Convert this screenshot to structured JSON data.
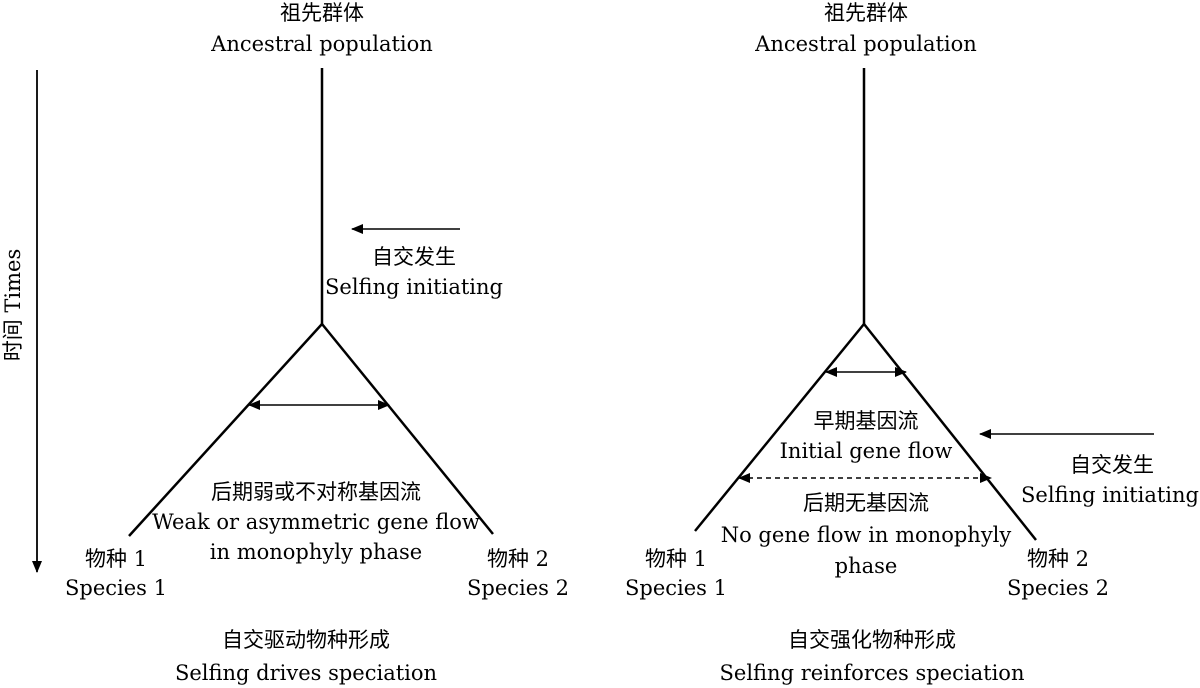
{
  "time_axis": {
    "label": "时间 Times"
  },
  "left_panel": {
    "ancestor_zh": "祖先群体",
    "ancestor_en": "Ancestral population",
    "selfing_zh": "自交发生",
    "selfing_en": "Selfing initiating",
    "gene_flow_zh": "后期弱或不对称基因流",
    "gene_flow_en_1": "Weak or asymmetric gene flow",
    "gene_flow_en_2": "in monophyly phase",
    "species1_zh": "物种 1",
    "species1_en": "Species 1",
    "species2_zh": "物种 2",
    "species2_en": "Species 2",
    "caption_zh": "自交驱动物种形成",
    "caption_en": "Selfing drives speciation"
  },
  "right_panel": {
    "ancestor_zh": "祖先群体",
    "ancestor_en": "Ancestral population",
    "initial_flow_zh": "早期基因流",
    "initial_flow_en": "Initial gene flow",
    "no_flow_zh": "后期无基因流",
    "no_flow_en_1": "No gene flow in monophyly",
    "no_flow_en_2": "phase",
    "selfing_zh": "自交发生",
    "selfing_en": "Selfing initiating",
    "species1_zh": "物种 1",
    "species1_en": "Species 1",
    "species2_zh": "物种 2",
    "species2_en": "Species 2",
    "caption_zh": "自交强化物种形成",
    "caption_en": "Selfing reinforces speciation"
  }
}
